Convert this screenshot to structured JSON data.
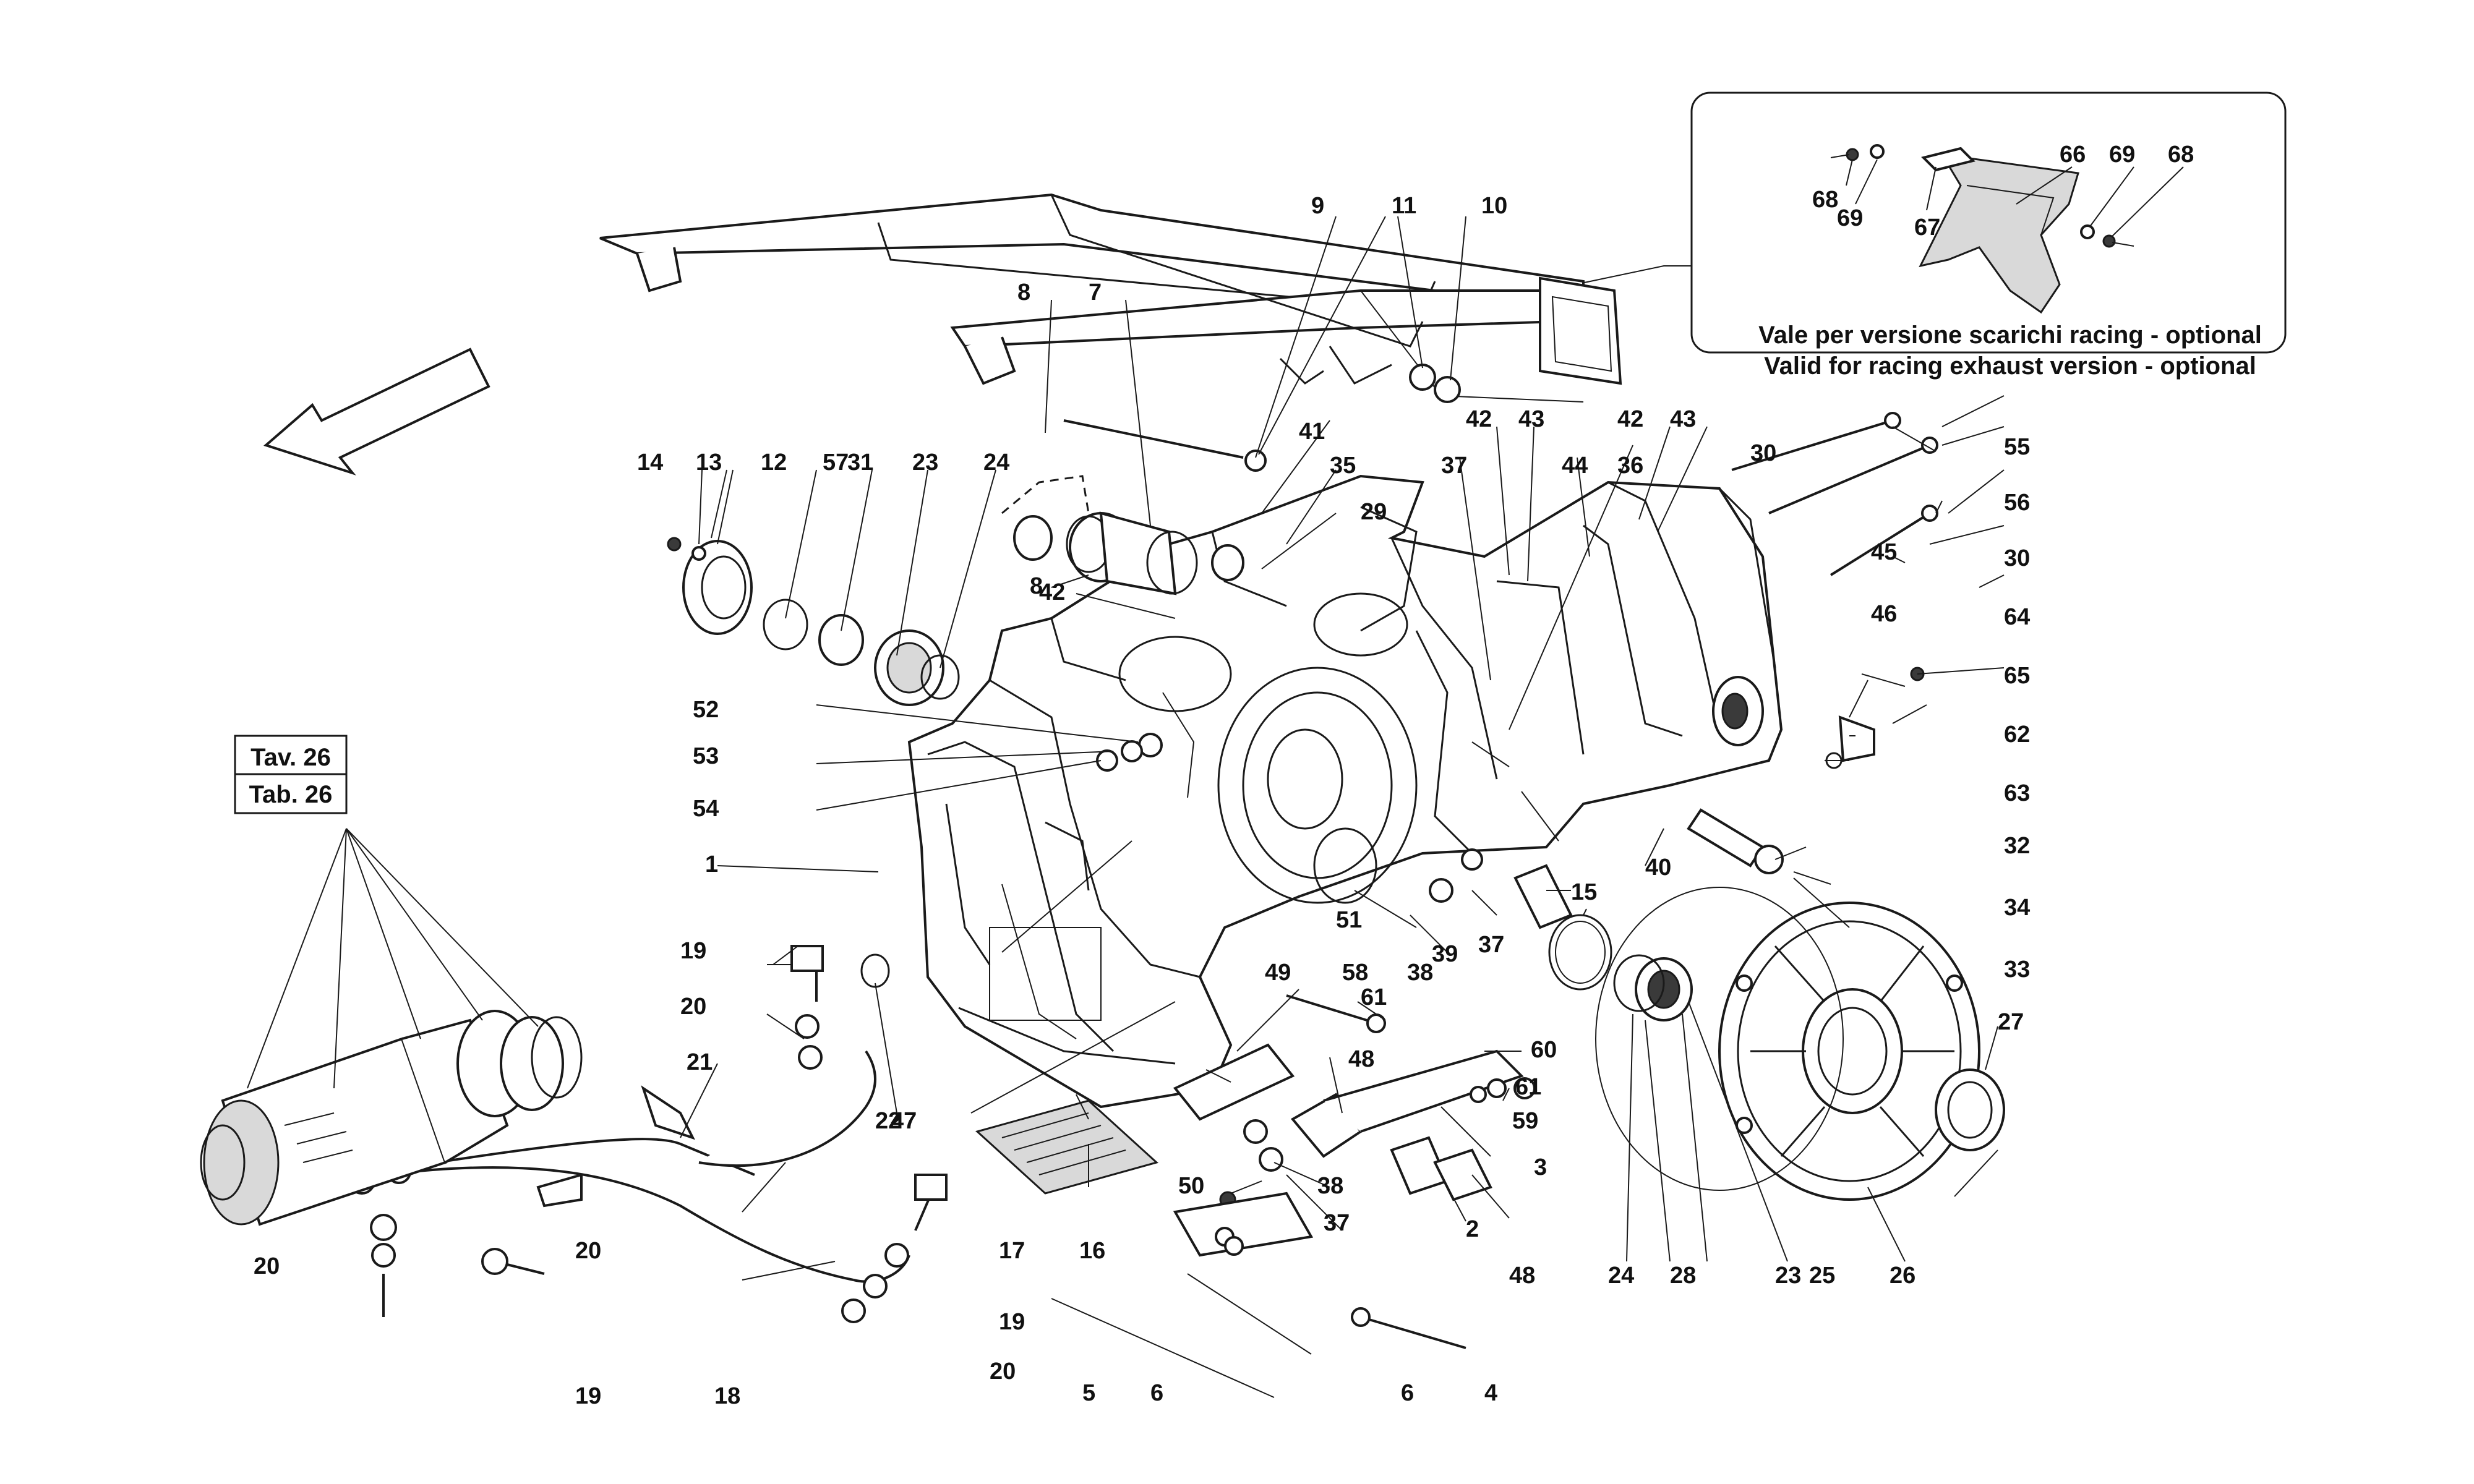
{
  "inset": {
    "note_line1": "Vale per versione scarichi racing - optional",
    "note_line2": "Valid for racing exhaust version - optional",
    "labels": [
      "68",
      "69",
      "67",
      "66",
      "69",
      "68"
    ]
  },
  "reference_box": {
    "line1": "Tav. 26",
    "line2": "Tab. 26"
  },
  "callouts": [
    "1",
    "2",
    "3",
    "4",
    "5",
    "6",
    "6",
    "7",
    "8",
    "8",
    "9",
    "10",
    "11",
    "12",
    "13",
    "14",
    "15",
    "16",
    "17",
    "18",
    "19",
    "19",
    "19",
    "20",
    "20",
    "20",
    "20",
    "21",
    "22",
    "23",
    "23",
    "24",
    "24",
    "25",
    "26",
    "27",
    "28",
    "29",
    "30",
    "30",
    "31",
    "32",
    "33",
    "34",
    "35",
    "36",
    "37",
    "37",
    "37",
    "38",
    "38",
    "39",
    "40",
    "41",
    "42",
    "42",
    "42",
    "43",
    "43",
    "44",
    "45",
    "46",
    "47",
    "48",
    "48",
    "49",
    "50",
    "51",
    "52",
    "53",
    "54",
    "55",
    "56",
    "57",
    "58",
    "59",
    "60",
    "61",
    "61",
    "62",
    "63",
    "64",
    "65"
  ],
  "colors": {
    "line": "#1a1a1a",
    "background": "#ffffff"
  }
}
